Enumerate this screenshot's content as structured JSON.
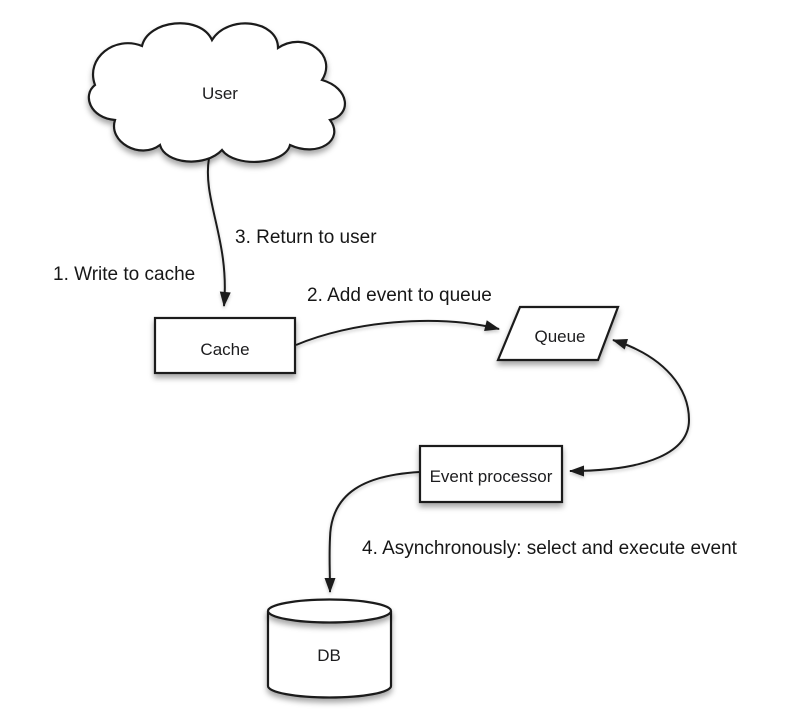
{
  "canvas": {
    "background": "#ffffff",
    "stroke_color": "#1b1b1b",
    "text_color": "#1c1c1e",
    "shape_fill": "#ffffff"
  },
  "nodes": {
    "user": {
      "label": "User",
      "shape": "cloud"
    },
    "cache": {
      "label": "Cache",
      "shape": "rectangle"
    },
    "queue": {
      "label": "Queue",
      "shape": "parallelogram"
    },
    "event_processor": {
      "label": "Event processor",
      "shape": "rectangle"
    },
    "db": {
      "label": "DB",
      "shape": "cylinder"
    }
  },
  "edge_labels": {
    "step1": "1. Write to cache",
    "step2": "2. Add event to queue",
    "step3": "3. Return to user",
    "step4": "4. Asynchronously: select and execute event"
  }
}
